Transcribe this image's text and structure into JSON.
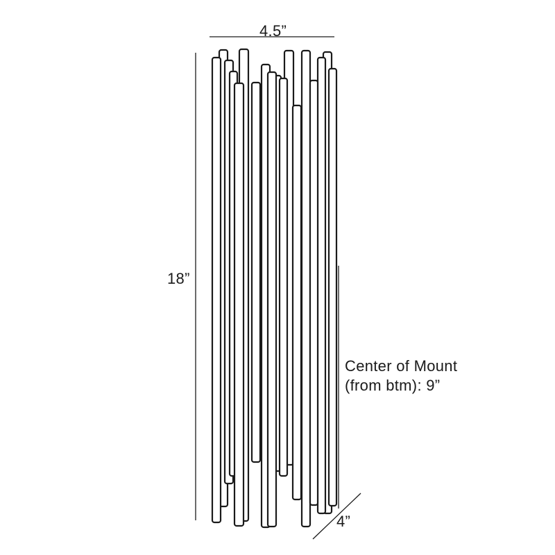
{
  "dimensions": {
    "width": "4.5”",
    "height": "18”",
    "depth": "4”"
  },
  "mount": {
    "line1": "Center of Mount",
    "line2": "(from btm): 9”"
  },
  "colors": {
    "stroke": "#1a1a1a",
    "background": "#ffffff"
  }
}
